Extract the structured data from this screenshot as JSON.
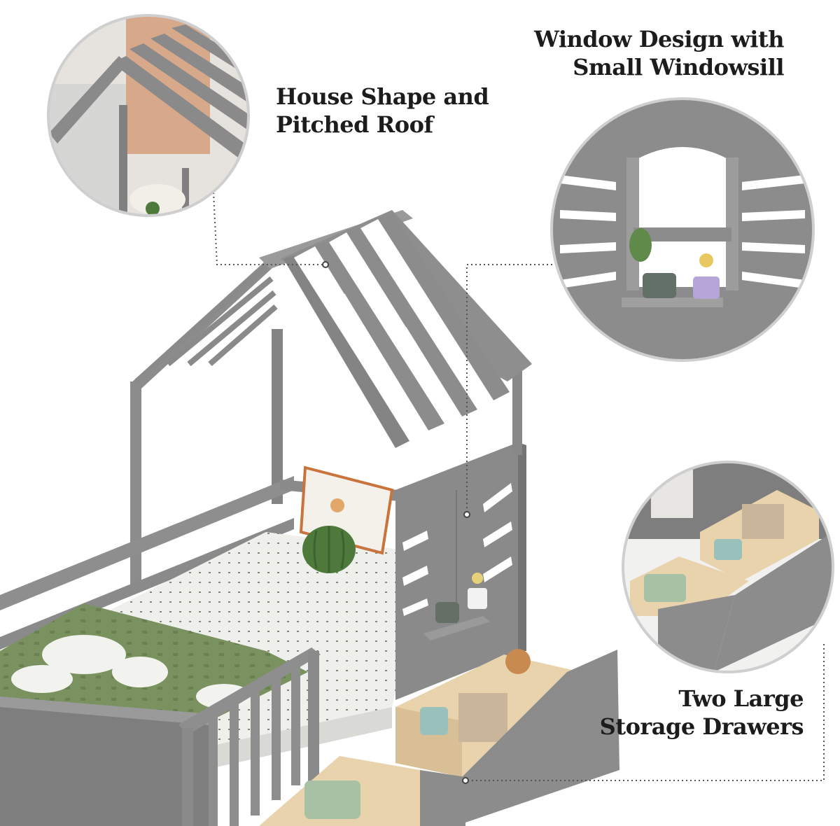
{
  "callouts": {
    "roof": {
      "line1": "House Shape and",
      "line2": "Pitched Roof"
    },
    "window": {
      "line1": "Window Design with",
      "line2": "Small Windowsill"
    },
    "drawers": {
      "line1": "Two Large",
      "line2": "Storage Drawers"
    }
  },
  "colors": {
    "frame": "#8c8c8c",
    "frame_dark": "#6f6f6f",
    "mattress": "#ececea",
    "blanket": "#7a9160",
    "drawer_wood": "#e8d3ad",
    "background": "#ffffff"
  }
}
